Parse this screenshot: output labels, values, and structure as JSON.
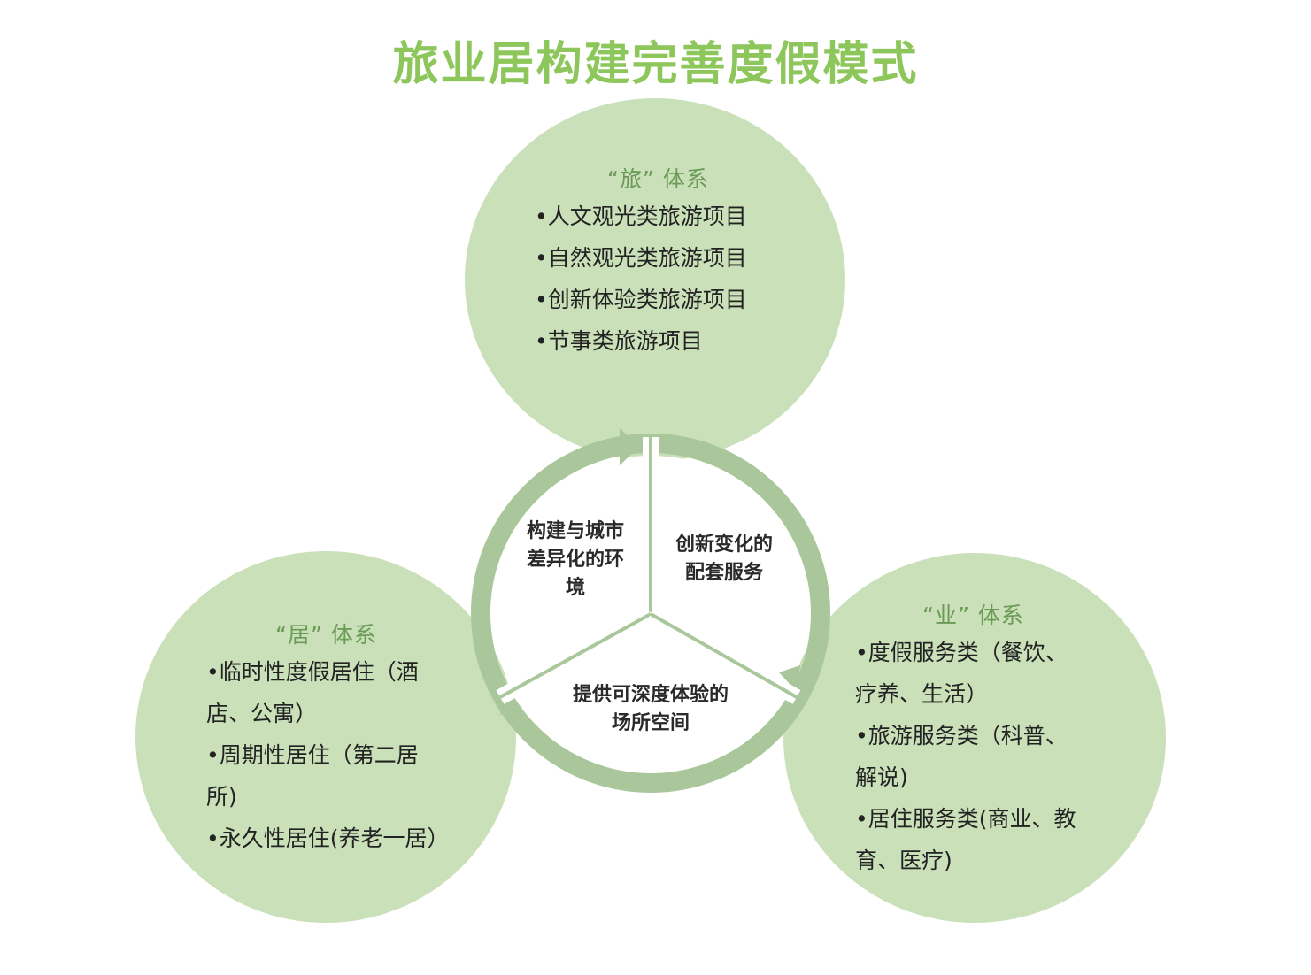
{
  "title": "旅业居构建完善度假模式",
  "colors": {
    "title": "#8dc65a",
    "circle_fill": "#c9e0b9",
    "ring": "#a9c79a",
    "heading": "#6a9a55"
  },
  "systems": {
    "lv": {
      "heading": "“旅” 体系",
      "items": [
        "•人文观光类旅游项目",
        "•自然观光类旅游项目",
        "•创新体验类旅游项目",
        "•节事类旅游项目"
      ]
    },
    "ju": {
      "heading": "“居” 体系",
      "lines": [
        "•临时性度假居住（酒",
        "店、公寓）",
        "•周期性居住（第二居",
        "所)",
        "•永久性居住(养老一居）"
      ]
    },
    "ye": {
      "heading": "“业” 体系",
      "lines": [
        "•度假服务类（餐饮、",
        "疗养、生活）",
        "•旅游服务类（科普、",
        "解说)",
        "•居住服务类(商业、教",
        "育、医疗)"
      ]
    }
  },
  "center": {
    "left": [
      "构建与城市",
      "差异化的环",
      "境"
    ],
    "right": [
      "创新变化的",
      "配套服务"
    ],
    "bottom": [
      "提供可深度体验的",
      "场所空间"
    ]
  }
}
